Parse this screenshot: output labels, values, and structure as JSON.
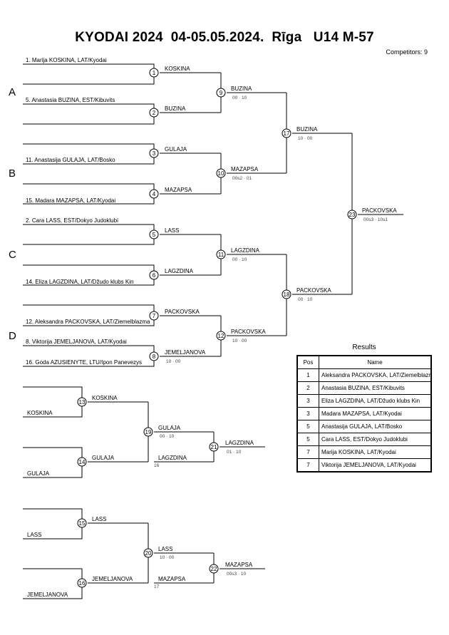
{
  "title": "KYODAI 2024  04-05.05.2024.  Rīga   U14 M-57",
  "competitors": "Competitors: 9",
  "pools": [
    "A",
    "B",
    "C",
    "D"
  ],
  "athletes": [
    "1. Marija KOSKINA, LAT/Kyodai",
    "5. Anastasia BUZINA, EST/Kibuvits",
    "11. Anastasija GULAJA, LAT/Bosko",
    "15. Madara MAZAPSA, LAT/Kyodai",
    "2. Cara LASS, EST/Dokyo Judoklubi",
    "14. Eliza LAGZDINA, LAT/Džudo klubs Kin",
    "12. Aleksandra PACKOVSKA, LAT/Ziemelblazma",
    "8. Viktorija JEMELJANOVA, LAT/Kyodai",
    "16. Goda AZUSIENYTE, LTU/Ipon Panevezys"
  ],
  "matches": [
    {
      "num": "1",
      "winner": "KOSKINA",
      "score": ""
    },
    {
      "num": "2",
      "winner": "BUZINA",
      "score": ""
    },
    {
      "num": "3",
      "winner": "GULAJA",
      "score": ""
    },
    {
      "num": "4",
      "winner": "MAZAPSA",
      "score": ""
    },
    {
      "num": "5",
      "winner": "LASS",
      "score": ""
    },
    {
      "num": "6",
      "winner": "LAGZDINA",
      "score": ""
    },
    {
      "num": "7",
      "winner": "PACKOVSKA",
      "score": ""
    },
    {
      "num": "8",
      "winner": "JEMELJANOVA",
      "score": "10 · 00"
    },
    {
      "num": "9",
      "winner": "BUZINA",
      "score": "00 · 10"
    },
    {
      "num": "10",
      "winner": "MAZAPSA",
      "score": "00s2 · 01"
    },
    {
      "num": "11",
      "winner": "LAGZDINA",
      "score": "00 · 10"
    },
    {
      "num": "12",
      "winner": "PACKOVSKA",
      "score": "10 · 00"
    },
    {
      "num": "17",
      "winner": "BUZINA",
      "score": "10 · 00"
    },
    {
      "num": "18",
      "winner": "PACKOVSKA",
      "score": "00 · 10"
    },
    {
      "num": "23",
      "winner": "PACKOVSKA",
      "score": "00s3 · 10s1"
    },
    {
      "num": "13",
      "winner": "KOSKINA",
      "score": ""
    },
    {
      "num": "14",
      "winner": "GULAJA",
      "score": ""
    },
    {
      "num": "19",
      "winner": "GULAJA",
      "score": "00 · 10"
    },
    {
      "num": "21",
      "winner": "LAGZDINA",
      "score": "01 · 10"
    },
    {
      "num": "15",
      "winner": "LASS",
      "score": ""
    },
    {
      "num": "16",
      "winner": "JEMELJANOVA",
      "score": ""
    },
    {
      "num": "20",
      "winner": "LASS",
      "score": "10 · 00"
    },
    {
      "num": "22",
      "winner": "MAZAPSA",
      "score": "00s3 · 10"
    }
  ],
  "repechage": {
    "entrants": [
      "KOSKINA",
      "GULAJA",
      "LAGZDINA",
      "LASS",
      "JEMELJANOVA",
      "MAZAPSA"
    ],
    "refs": [
      "16",
      "17"
    ]
  },
  "results": {
    "title": "Results",
    "col_pos": "Pos",
    "col_name": "Name",
    "rows": [
      {
        "pos": "1",
        "name": "Aleksandra PACKOVSKA, LAT/Ziemelblazma"
      },
      {
        "pos": "2",
        "name": "Anastasia BUZINA, EST/Kibuvits"
      },
      {
        "pos": "3",
        "name": "Eliza LAGZDINA, LAT/Džudo klubs Kin"
      },
      {
        "pos": "3",
        "name": "Madara MAZAPSA, LAT/Kyodai"
      },
      {
        "pos": "5",
        "name": "Anastasija GULAJA, LAT/Bosko"
      },
      {
        "pos": "5",
        "name": "Cara LASS, EST/Dokyo Judoklubi"
      },
      {
        "pos": "7",
        "name": "Marija KOSKINA, LAT/Kyodai"
      },
      {
        "pos": "7",
        "name": "Viktorija JEMELJANOVA, LAT/Kyodai"
      }
    ]
  }
}
